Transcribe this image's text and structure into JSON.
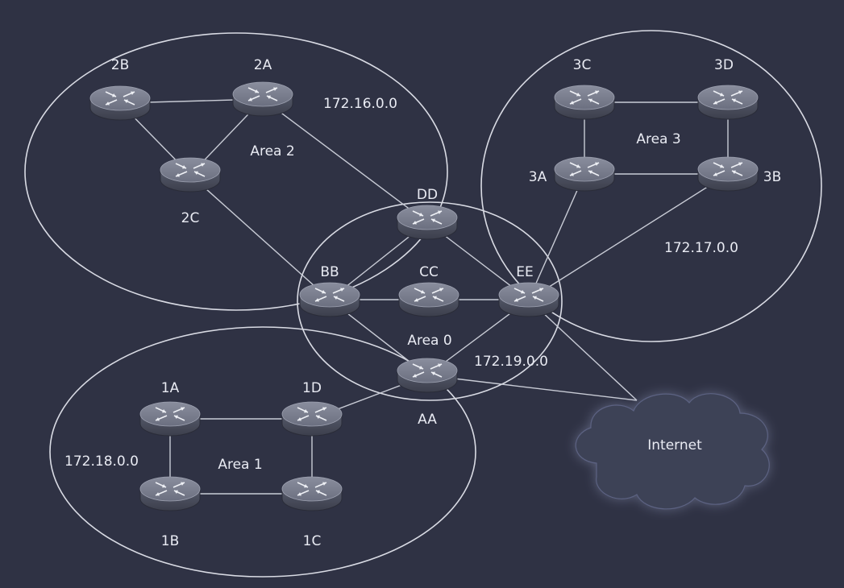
{
  "colors": {
    "background": "#2f3244",
    "lines": "#d9dbe4",
    "router_top": "#7b7f90",
    "router_side": "#4a4d5b",
    "cloud": "#3d4256",
    "text": "#e9ebf3"
  },
  "areas": [
    {
      "id": "area0",
      "label": "Area 0",
      "network": "172.19.0.0"
    },
    {
      "id": "area1",
      "label": "Area 1",
      "network": "172.18.0.0"
    },
    {
      "id": "area2",
      "label": "Area 2",
      "network": "172.16.0.0"
    },
    {
      "id": "area3",
      "label": "Area 3",
      "network": "172.17.0.0"
    }
  ],
  "routers": [
    {
      "id": "2B",
      "label": "2B"
    },
    {
      "id": "2A",
      "label": "2A"
    },
    {
      "id": "2C",
      "label": "2C"
    },
    {
      "id": "DD",
      "label": "DD"
    },
    {
      "id": "BB",
      "label": "BB"
    },
    {
      "id": "CC",
      "label": "CC"
    },
    {
      "id": "EE",
      "label": "EE"
    },
    {
      "id": "AA",
      "label": "AA"
    },
    {
      "id": "1A",
      "label": "1A"
    },
    {
      "id": "1D",
      "label": "1D"
    },
    {
      "id": "1B",
      "label": "1B"
    },
    {
      "id": "1C",
      "label": "1C"
    },
    {
      "id": "3C",
      "label": "3C"
    },
    {
      "id": "3D",
      "label": "3D"
    },
    {
      "id": "3A",
      "label": "3A"
    },
    {
      "id": "3B",
      "label": "3B"
    }
  ],
  "links": [
    [
      "2B",
      "2A"
    ],
    [
      "2B",
      "2C"
    ],
    [
      "2A",
      "2C"
    ],
    [
      "2A",
      "DD"
    ],
    [
      "2C",
      "BB"
    ],
    [
      "DD",
      "BB"
    ],
    [
      "DD",
      "EE"
    ],
    [
      "BB",
      "CC"
    ],
    [
      "CC",
      "EE"
    ],
    [
      "BB",
      "AA"
    ],
    [
      "AA",
      "EE"
    ],
    [
      "AA",
      "1D"
    ],
    [
      "1A",
      "1D"
    ],
    [
      "1A",
      "1B"
    ],
    [
      "1B",
      "1C"
    ],
    [
      "1D",
      "1C"
    ],
    [
      "3C",
      "3D"
    ],
    [
      "3C",
      "3A"
    ],
    [
      "3D",
      "3B"
    ],
    [
      "3A",
      "3B"
    ],
    [
      "3A",
      "EE"
    ],
    [
      "3B",
      "EE"
    ],
    [
      "EE",
      "Internet"
    ],
    [
      "AA",
      "Internet"
    ]
  ],
  "internet": {
    "label": "Internet"
  }
}
